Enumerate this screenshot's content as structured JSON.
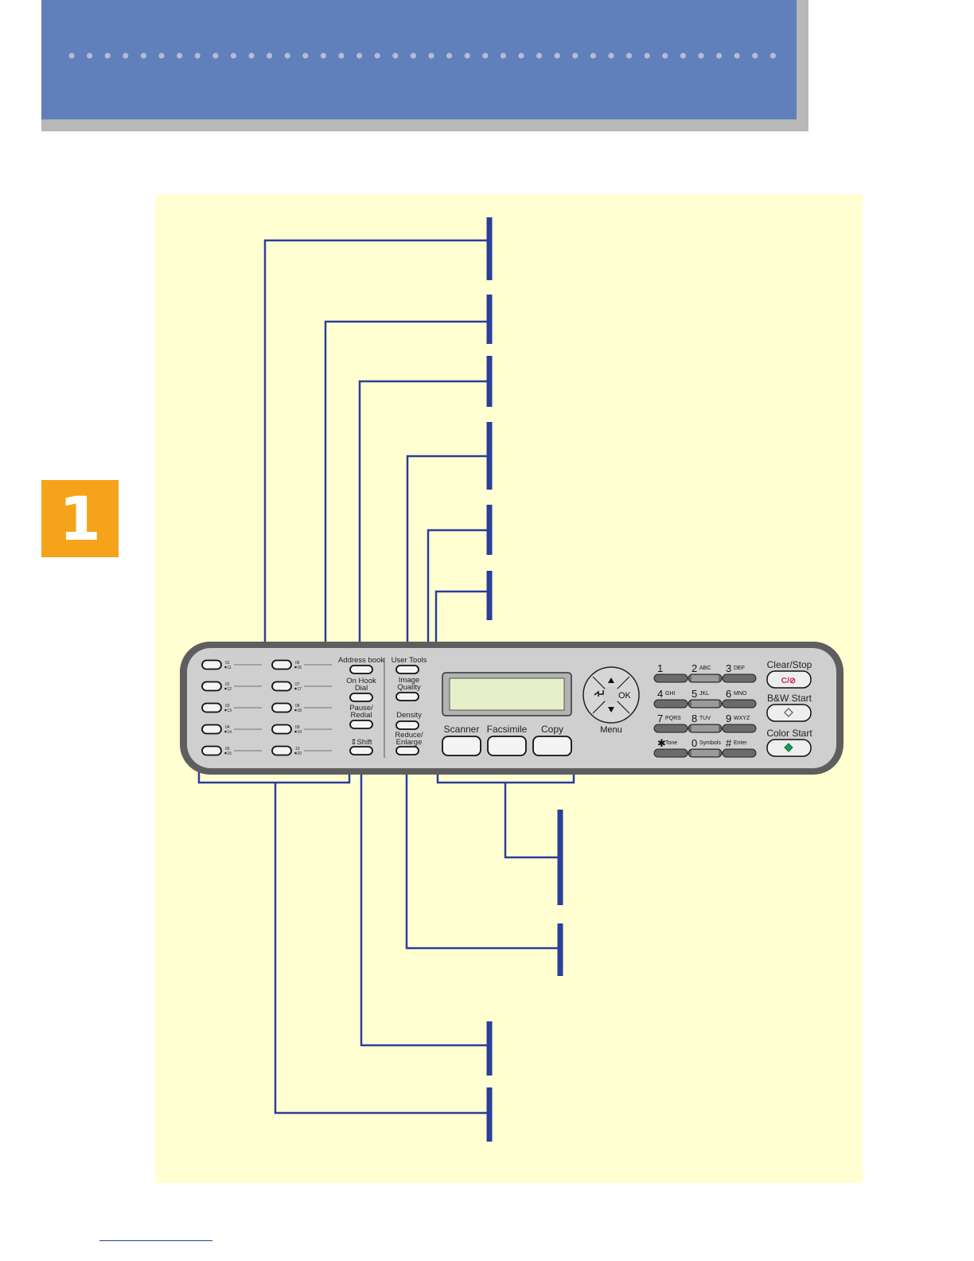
{
  "chapter": {
    "number": "1"
  },
  "colors": {
    "header_blue": "#6080bc",
    "header_shadow": "#b8b8b8",
    "header_dots": "#b4bcd2",
    "badge_orange": "#f5a31a",
    "panel_yellow": "#ffffd2",
    "leader_blue": "#2a3e9a",
    "clear_stop_red": "#d0205a",
    "start_green": "#1aa050"
  },
  "control_panel": {
    "one_touch_left": [
      {
        "top": "01",
        "bottom": "11"
      },
      {
        "top": "02",
        "bottom": "12"
      },
      {
        "top": "03",
        "bottom": "13"
      },
      {
        "top": "04",
        "bottom": "14"
      },
      {
        "top": "05",
        "bottom": "15"
      }
    ],
    "one_touch_right": [
      {
        "top": "06",
        "bottom": "16"
      },
      {
        "top": "07",
        "bottom": "17"
      },
      {
        "top": "08",
        "bottom": "18"
      },
      {
        "top": "09",
        "bottom": "19"
      },
      {
        "top": "10",
        "bottom": "20"
      }
    ],
    "function_keys": [
      {
        "name": "address-book-key",
        "lines": [
          "Address book"
        ]
      },
      {
        "name": "on-hook-dial-key",
        "lines": [
          "On Hook",
          "Dial"
        ]
      },
      {
        "name": "pause-redial-key",
        "lines": [
          "Pause/",
          "Redial"
        ]
      },
      {
        "name": "shift-key",
        "lines": [
          "⇕Shift"
        ]
      }
    ],
    "setting_keys": [
      {
        "name": "user-tools-key",
        "lines": [
          "User Tools"
        ]
      },
      {
        "name": "image-quality-key",
        "lines": [
          "Image",
          "Quality"
        ]
      },
      {
        "name": "density-key",
        "lines": [
          "Density"
        ]
      },
      {
        "name": "reduce-enlarge-key",
        "lines": [
          "Reduce/",
          "Enlarge"
        ]
      }
    ],
    "mode_keys": [
      "Scanner",
      "Facsimile",
      "Copy"
    ],
    "nav_ok": "OK",
    "nav_menu": "Menu",
    "keypad": [
      {
        "digit": "1",
        "letters": ""
      },
      {
        "digit": "2",
        "letters": "ABC"
      },
      {
        "digit": "3",
        "letters": "DEF"
      },
      {
        "digit": "4",
        "letters": "GHI"
      },
      {
        "digit": "5",
        "letters": "JKL"
      },
      {
        "digit": "6",
        "letters": "MNO"
      },
      {
        "digit": "7",
        "letters": "PQRS"
      },
      {
        "digit": "8",
        "letters": "TUV"
      },
      {
        "digit": "9",
        "letters": "WXYZ"
      },
      {
        "digit": "✱",
        "letters": "Tone"
      },
      {
        "digit": "0",
        "letters": "Symbols"
      },
      {
        "digit": "#",
        "letters": "Enter"
      }
    ],
    "clear_stop_label": "Clear/Stop",
    "clear_stop_key": "C/⊘",
    "bw_start_label": "B&W Start",
    "color_start_label": "Color Start"
  }
}
